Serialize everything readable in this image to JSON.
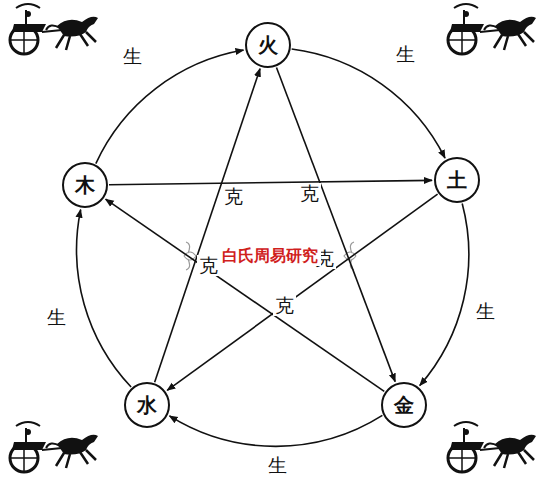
{
  "diagram": {
    "nodes": [
      {
        "text": [
          "火"
        ]
      },
      {
        "text": [
          "土"
        ]
      },
      {
        "text": [
          "金"
        ]
      },
      {
        "text": [
          "水"
        ]
      },
      {
        "text": [
          "木"
        ]
      }
    ],
    "edges": [
      {
        "from": 4,
        "to": 0,
        "label": "生",
        "arrow": "to"
      },
      {
        "from": 0,
        "to": 1,
        "label": "生",
        "arrow": "to"
      },
      {
        "from": 1,
        "to": 2,
        "label": "生",
        "arrow": "to"
      },
      {
        "from": 2,
        "to": 3,
        "label": "生",
        "arrow": "to"
      },
      {
        "from": 3,
        "to": 4,
        "label": "生",
        "arrow": "to"
      },
      {
        "from": 4,
        "to": 1,
        "label": "克",
        "arrow": "to"
      },
      {
        "from": 1,
        "to": 3,
        "label": "克",
        "arrow": "to"
      },
      {
        "from": 3,
        "to": 0,
        "label": "克",
        "arrow": "to"
      },
      {
        "from": 0,
        "to": 2,
        "label": "克",
        "arrow": "to"
      },
      {
        "from": 2,
        "to": 4,
        "label": "克",
        "arrow": "to"
      }
    ],
    "labels": [
      "白氏周易研究"
    ]
  }
}
